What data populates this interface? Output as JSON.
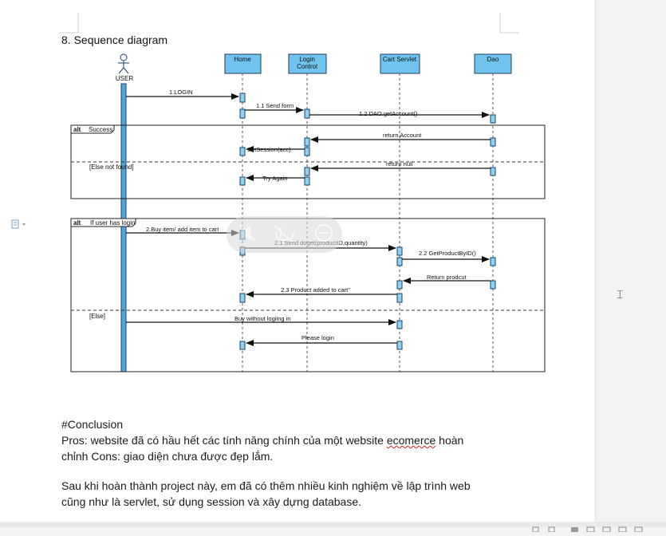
{
  "document": {
    "heading": "8.  Sequence diagram",
    "conclusion_title": "#Conclusion",
    "pros_line1_a": " Pros: website đã có hầu hết các tính năng chính của một website ",
    "pros_line1_b": "ecomerce",
    "pros_line1_c": " hoàn",
    "pros_line2": "chỉnh Cons: giao diện chưa được đẹp lắm.",
    "summary_line1": "Sau khi hoàn thành project này, em đã có thêm nhiều kinh nghiệm về lập trình web",
    "summary_line2": "cũng như là servlet, sử dụng session và xây dựng database."
  },
  "diagram": {
    "actor": "USER",
    "lifelines": {
      "home": "Home",
      "login_control_line1": "Login",
      "login_control_line2": "Control",
      "cart_servlet": "Cart Servlet",
      "dao": "Dao"
    },
    "frame1": {
      "operator": "alt",
      "guard1": "Success",
      "guard2": "[Else not found]"
    },
    "frame2": {
      "operator": "alt",
      "guard1": "If user has login",
      "guard2": "[Else]"
    },
    "messages": {
      "m1": "1.LOGIN",
      "m2": "1.1 Send form",
      "m3": "1.2 DAO.getAccount()",
      "m4": "return Account",
      "m5": "SetSession(acc)",
      "m6": "return null",
      "m7": "Try Again",
      "m8": "2.Buy item/ add item to cart",
      "m9": "2.1 Send doget(productID,quantity)",
      "m10": "2.2 GetProductByID()",
      "m11": "Return  prodcut",
      "m12": "2.3 Product added to cart\"",
      "m13": "Buy without logiing in",
      "m14": "Please login"
    }
  },
  "colors": {
    "lifeline_fill": "#6fc3ec",
    "activation_fill": "#8fd2f2",
    "stroke": "#1e3f66",
    "frame": "#222222",
    "user_bar": "#4da6dd"
  }
}
